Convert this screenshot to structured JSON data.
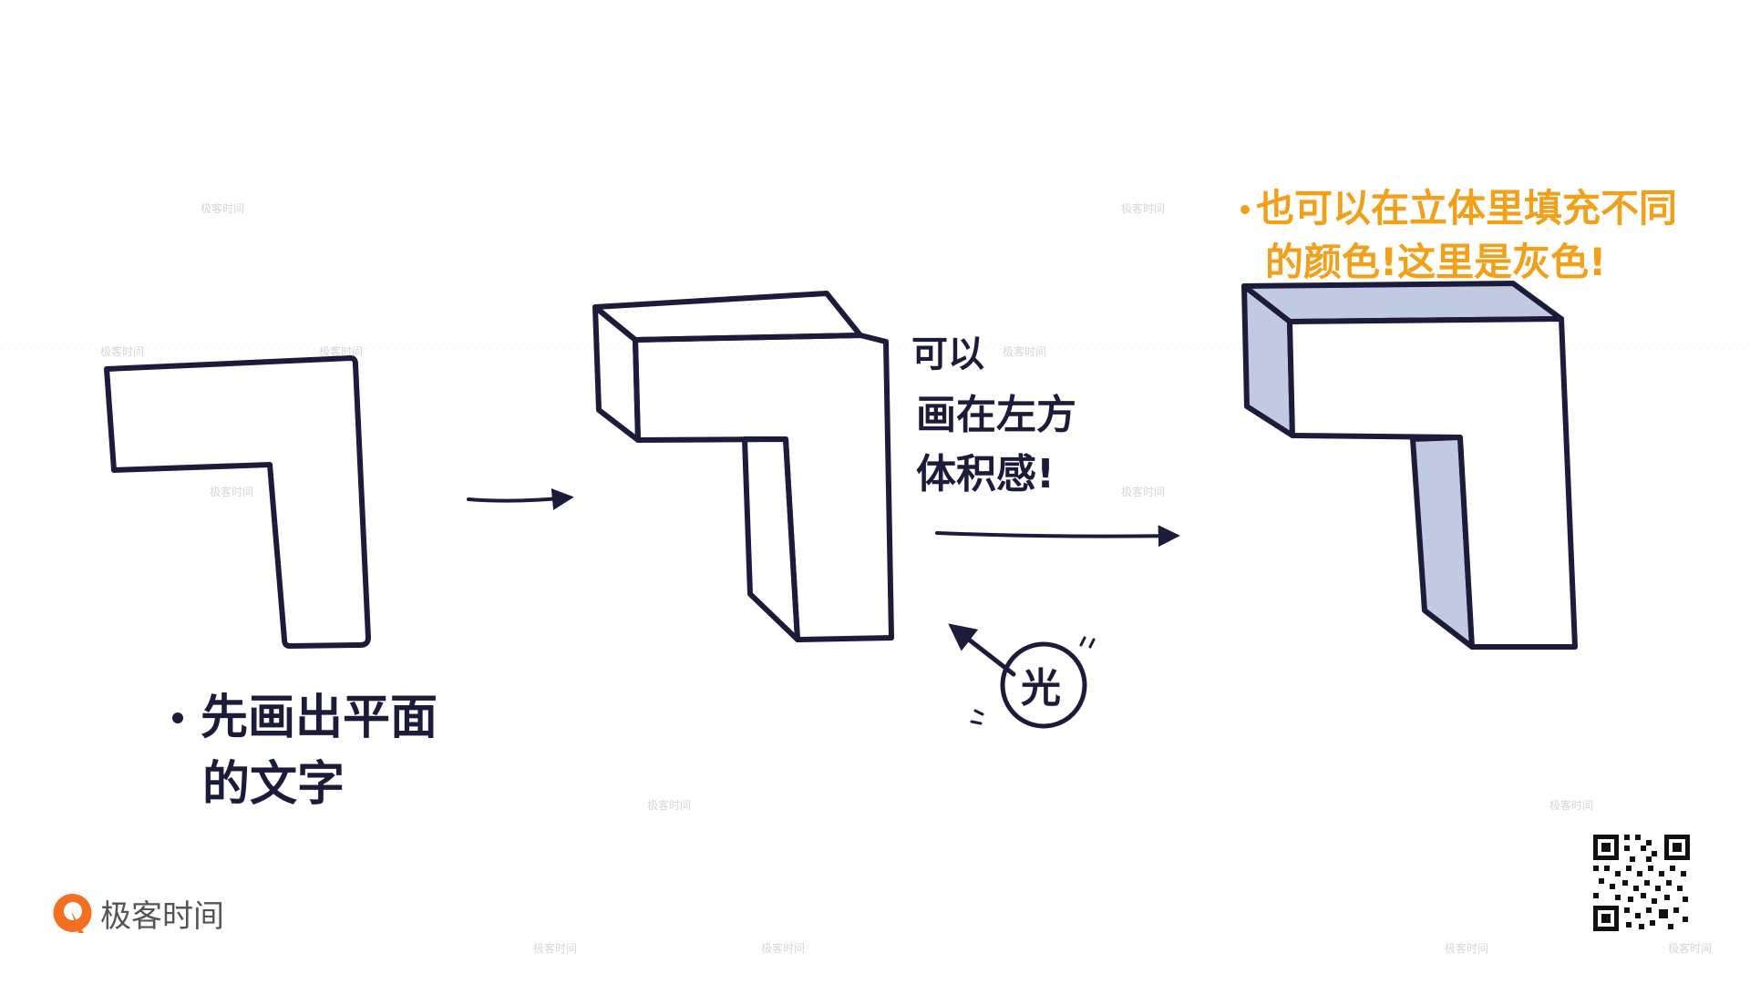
{
  "brand": {
    "name": "极客时间",
    "logo_color": "#f37021",
    "qr_icon": "qr-code-icon"
  },
  "watermark": {
    "text": "极客时间"
  },
  "notes": {
    "step1_line1": "先画出平面",
    "step1_line2": "的文字",
    "step2_line1": "可以",
    "step2_line2": "画在左方",
    "step2_line3": "体积感!",
    "light_label": "光",
    "step3_line1": "也可以在立体里填充不同",
    "step3_line2": "的颜色!这里是灰色!"
  },
  "colors": {
    "ink": "#1c1b3a",
    "orange": "#f2a01a",
    "fill_gray_blue": "#c2c9e2",
    "background": "#ffffff"
  }
}
